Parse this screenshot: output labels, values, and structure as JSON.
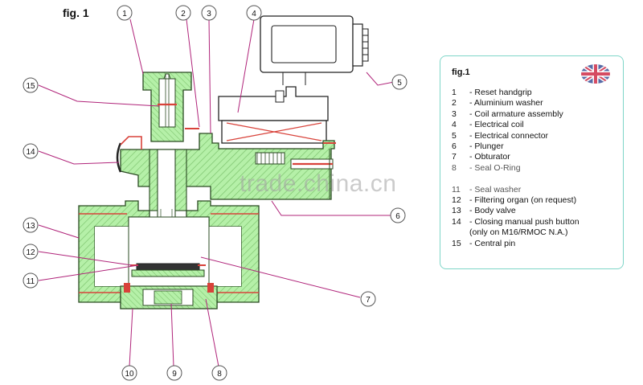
{
  "figure_label": "fig. 1",
  "legend": {
    "title": "fig.1",
    "flag_icon": "uk-flag-icon",
    "items": [
      {
        "num": "1",
        "text": "- Reset handgrip"
      },
      {
        "num": "2",
        "text": "- Aluminium washer"
      },
      {
        "num": "3",
        "text": "- Coil armature assembly"
      },
      {
        "num": "4",
        "text": "- Electrical coil"
      },
      {
        "num": "5",
        "text": "- Electrical connector"
      },
      {
        "num": "6",
        "text": "- Plunger"
      },
      {
        "num": "7",
        "text": "- Obturator"
      },
      {
        "num": "8",
        "text": "- Seal O-Ring"
      },
      {
        "num": "11",
        "text": "- Seal washer"
      },
      {
        "num": "12",
        "text": "- Filtering organ (on request)"
      },
      {
        "num": "13",
        "text": "- Body valve"
      },
      {
        "num": "14",
        "text": "- Closing manual push button\n(only on M16/RMOC N.A.)"
      },
      {
        "num": "15",
        "text": "- Central pin"
      }
    ]
  },
  "callouts": [
    "1",
    "2",
    "3",
    "4",
    "5",
    "6",
    "7",
    "8",
    "9",
    "10",
    "11",
    "12",
    "13",
    "14",
    "15"
  ],
  "watermark": "trade.china.cn",
  "colors": {
    "body_fill": "#b5f0a8",
    "outline": "#2a4a22",
    "accent_red": "#d8423a",
    "leader_magenta": "#b0247a",
    "callout_circle": "#555555",
    "legend_border": "#7fd6c8"
  }
}
